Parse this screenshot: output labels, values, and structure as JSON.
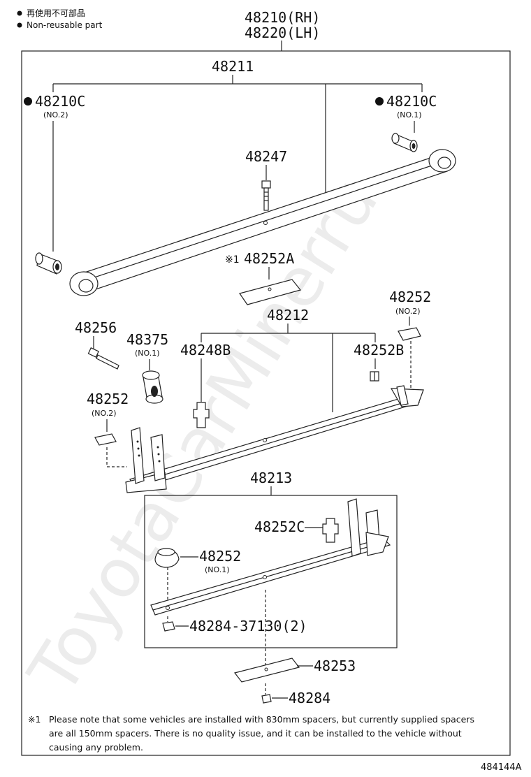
{
  "legend": {
    "jp": "再使用不可部品",
    "en": "Non-reusable part"
  },
  "assembly": {
    "rh": "48210(RH)",
    "lh": "48220(LH)"
  },
  "parts": {
    "p48211": "48211",
    "p48210c_no2": "48210C",
    "p48210c_no2_sub": "(NO.2)",
    "p48210c_no1": "48210C",
    "p48210c_no1_sub": "(NO.1)",
    "p48247": "48247",
    "p48252a_mark": "※1",
    "p48252a": "48252A",
    "p48252_tr": "48252",
    "p48252_tr_sub": "(NO.2)",
    "p48212": "48212",
    "p48256": "48256",
    "p48375": "48375",
    "p48375_sub": "(NO.1)",
    "p48248b": "48248B",
    "p48252b": "48252B",
    "p48252_l": "48252",
    "p48252_l_sub": "(NO.2)",
    "p48213": "48213",
    "p48252c": "48252C",
    "p48252_m": "48252",
    "p48252_m_sub": "(NO.1)",
    "p48284_37130": "48284-37130(2)",
    "p48253": "48253",
    "p48284": "48284"
  },
  "note": {
    "mark": "※1",
    "line1": "Please note that some vehicles are installed with 830mm spacers, but currently supplied spacers",
    "line2": "are all 150mm spacers. There is no quality issue, and it can be installed to the vehicle without",
    "line3": "causing any problem."
  },
  "watermark": "ToyotaCarMinerru",
  "figure_id": "484144A",
  "colors": {
    "line": "#222222",
    "background": "#ffffff"
  }
}
